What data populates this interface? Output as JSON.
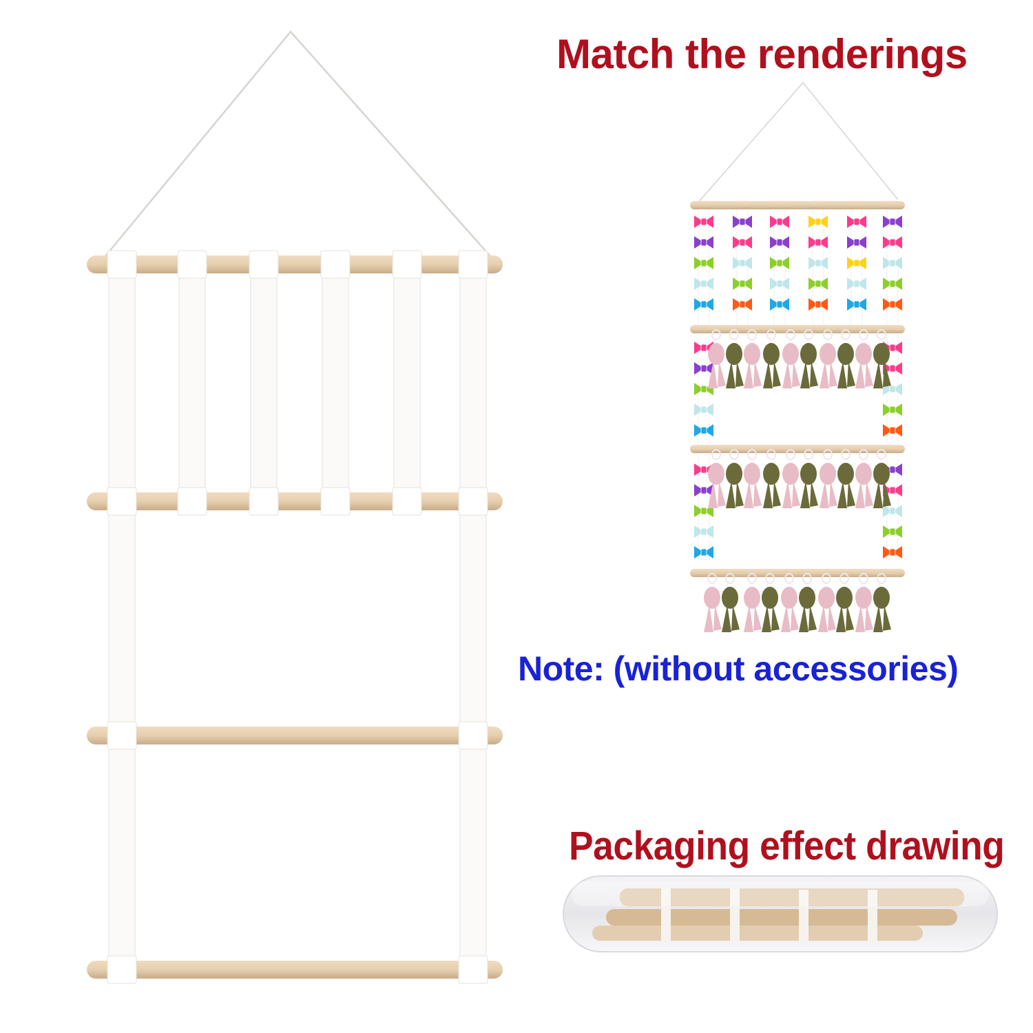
{
  "captions": {
    "match_title": "Match the renderings",
    "note": "Note: (without accessories)",
    "packaging_title": "Packaging effect drawing"
  },
  "colors": {
    "match_title": "#b0101e",
    "note": "#1a22d6",
    "packaging_title": "#b0101e",
    "wood": "#e8d2b4",
    "strap": "#ffffff",
    "bow_colors": [
      "#ff3a8c",
      "#8a3fd0",
      "#8ccf2a",
      "#ffd21a",
      "#bfe6ea",
      "#1ea8e6",
      "#ff5a14"
    ],
    "scrunchie_pink": "#e8bcc6",
    "scrunchie_olive": "#6b6a3a"
  },
  "product": {
    "name": "hanging hair accessory organizer",
    "rods": 4,
    "straps": 6
  }
}
